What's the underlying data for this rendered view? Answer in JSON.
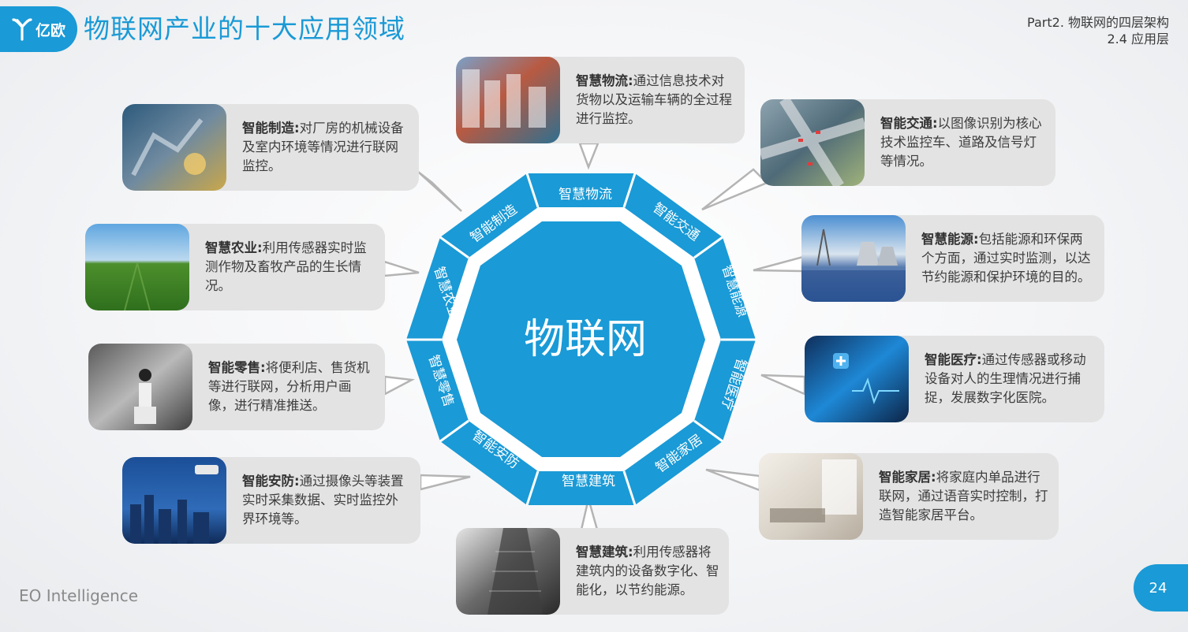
{
  "header": {
    "logo_text": "亿欧",
    "title": "物联网产业的十大应用领域",
    "part_line1": "Part2. 物联网的四层架构",
    "part_line2": "2.4 应用层"
  },
  "center_label": "物联网",
  "segments": [
    "智慧物流",
    "智能交通",
    "智慧能源",
    "智能医疗",
    "智能家居",
    "智慧建筑",
    "智能安防",
    "智慧零售",
    "智慧农业",
    "智能制造"
  ],
  "cards": {
    "logistics": {
      "name": "智慧物流:",
      "text": "通过信息技术对货物以及运输车辆的全过程进行监控。"
    },
    "transport": {
      "name": "智能交通:",
      "text": "以图像识别为核心技术监控车、道路及信号灯等情况。"
    },
    "energy": {
      "name": "智慧能源:",
      "text": "包括能源和环保两个方面，通过实时监测，以达节约能源和保护环境的目的。"
    },
    "medical": {
      "name": "智能医疗:",
      "text": "通过传感器或移动设备对人的生理情况进行捕捉，发展数字化医院。"
    },
    "home": {
      "name": "智能家居:",
      "text": "将家庭内单品进行联网，通过语音实时控制，打造智能家居平台。"
    },
    "building": {
      "name": "智慧建筑:",
      "text": "利用传感器将建筑内的设备数字化、智能化，以节约能源。"
    },
    "security": {
      "name": "智能安防:",
      "text": "通过摄像头等装置实时采集数据、实时监控外界环境等。"
    },
    "retail": {
      "name": "智能零售:",
      "text": "将便利店、售货机等进行联网，分析用户画像，进行精准推送。"
    },
    "agriculture": {
      "name": "智慧农业:",
      "text": "利用传感器实时监测作物及畜牧产品的生长情况。"
    },
    "manufacturing": {
      "name": "智能制造:",
      "text": "对厂房的机械设备及室内环境等情况进行联网监控。"
    }
  },
  "footer": {
    "brand": "EO Intelligence",
    "page": "24"
  },
  "colors": {
    "accent": "#1a9ad6",
    "card_bg": "#e3e3e3",
    "arrow": "#b4b4b4"
  }
}
